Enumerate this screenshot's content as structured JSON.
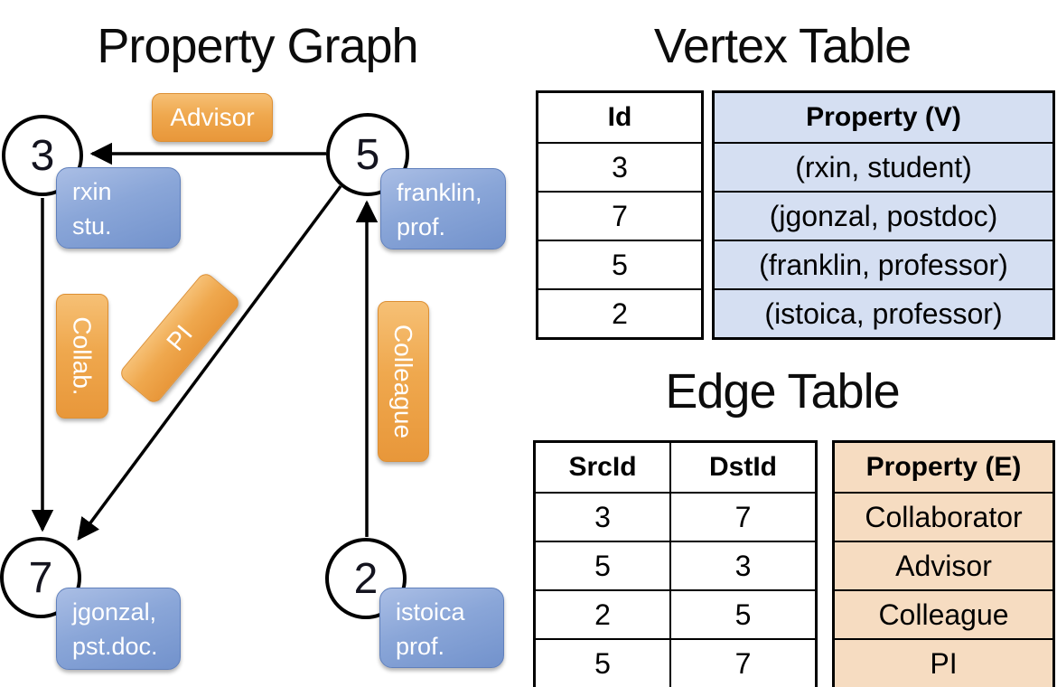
{
  "graph": {
    "title": "Property Graph",
    "nodes": [
      {
        "id": "3",
        "prop_line1": "rxin",
        "prop_line2": "stu."
      },
      {
        "id": "5",
        "prop_line1": "franklin,",
        "prop_line2": "prof."
      },
      {
        "id": "7",
        "prop_line1": "jgonzal,",
        "prop_line2": "pst.doc."
      },
      {
        "id": "2",
        "prop_line1": "istoica",
        "prop_line2": "prof."
      }
    ],
    "edge_labels": {
      "advisor": "Advisor",
      "collab": "Collab.",
      "pi": "PI",
      "colleague": "Colleague"
    }
  },
  "vertex_table": {
    "title": "Vertex Table",
    "columns": {
      "id": "Id",
      "property": "Property (V)"
    },
    "rows": [
      {
        "id": "3",
        "property": "(rxin, student)"
      },
      {
        "id": "7",
        "property": "(jgonzal, postdoc)"
      },
      {
        "id": "5",
        "property": "(franklin, professor)"
      },
      {
        "id": "2",
        "property": "(istoica, professor)"
      }
    ]
  },
  "edge_table": {
    "title": "Edge Table",
    "columns": {
      "src": "SrcId",
      "dst": "DstId",
      "property": "Property (E)"
    },
    "rows": [
      {
        "src": "3",
        "dst": "7",
        "property": "Collaborator"
      },
      {
        "src": "5",
        "dst": "3",
        "property": "Advisor"
      },
      {
        "src": "2",
        "dst": "5",
        "property": "Colleague"
      },
      {
        "src": "5",
        "dst": "7",
        "property": "PI"
      }
    ]
  },
  "colors": {
    "edge_label_orange": "#efa84e",
    "node_box_blue": "#8aa6d8",
    "vertex_cell_blue": "#d5dff2",
    "edge_cell_tan": "#f6dcc1",
    "line_black": "#000000"
  }
}
